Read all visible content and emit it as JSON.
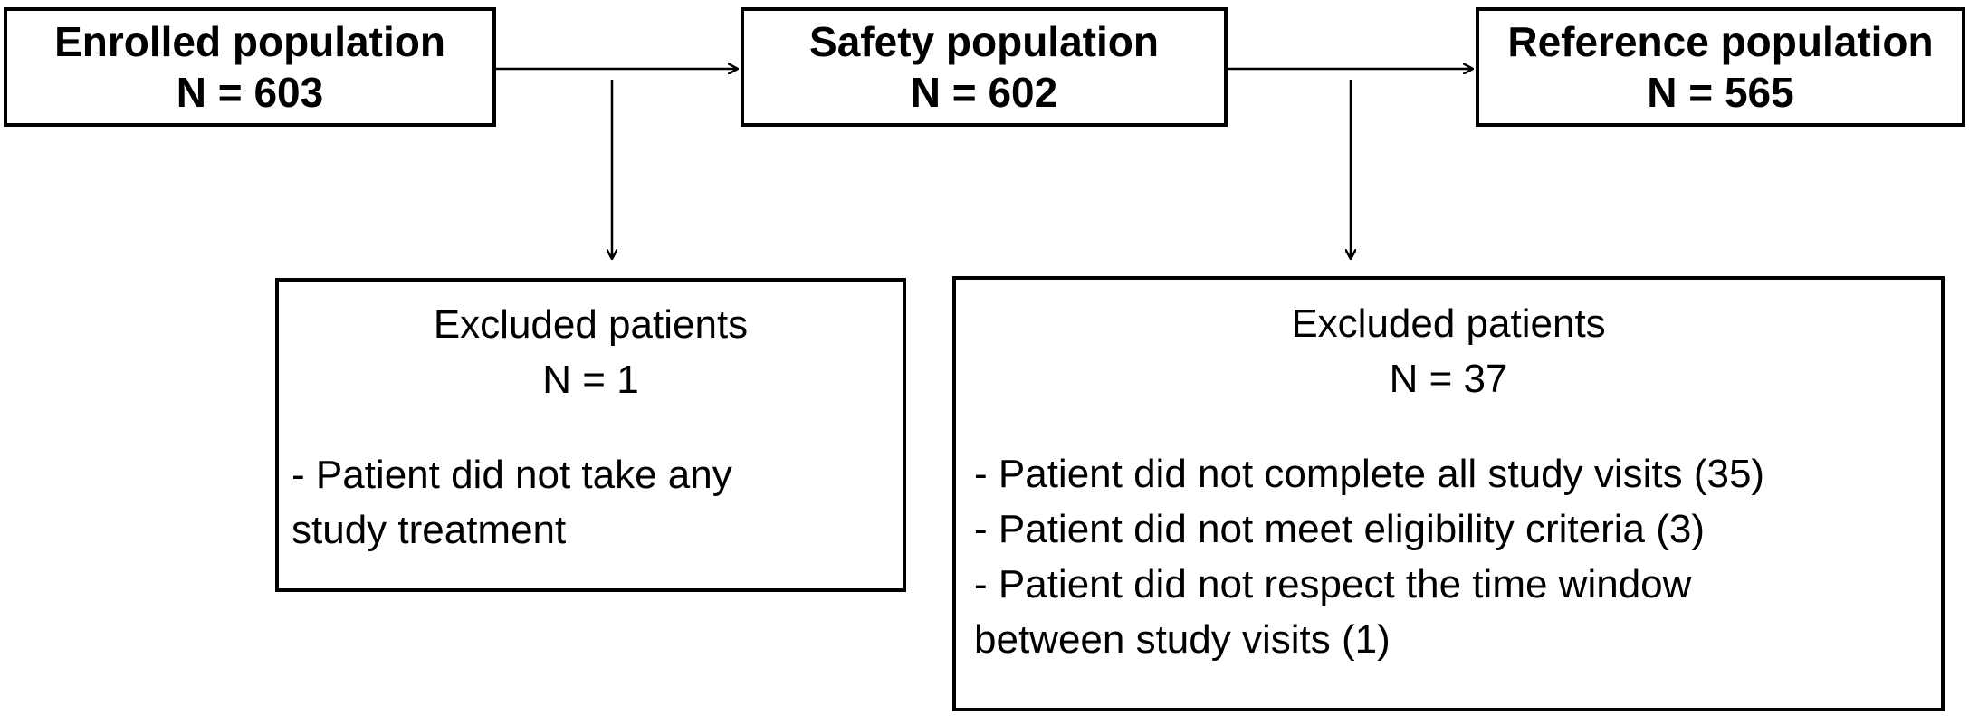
{
  "enrolled": {
    "title": "Enrolled population",
    "count": "N = 603"
  },
  "safety": {
    "title": "Safety population",
    "count": "N = 602"
  },
  "reference": {
    "title": "Reference population",
    "count": "N = 565"
  },
  "excluded_1": {
    "title": "Excluded patients",
    "count": "N = 1",
    "reasons": [
      "- Patient did not take any",
      "study treatment"
    ]
  },
  "excluded_2": {
    "title": "Excluded patients",
    "count": "N = 37",
    "reasons": [
      "- Patient did not complete all study visits (35)",
      "- Patient did not meet eligibility criteria (3)",
      "- Patient did not respect the time window",
      "between study visits (1)"
    ]
  },
  "colors": {
    "line": "#000000",
    "background": "#ffffff"
  }
}
